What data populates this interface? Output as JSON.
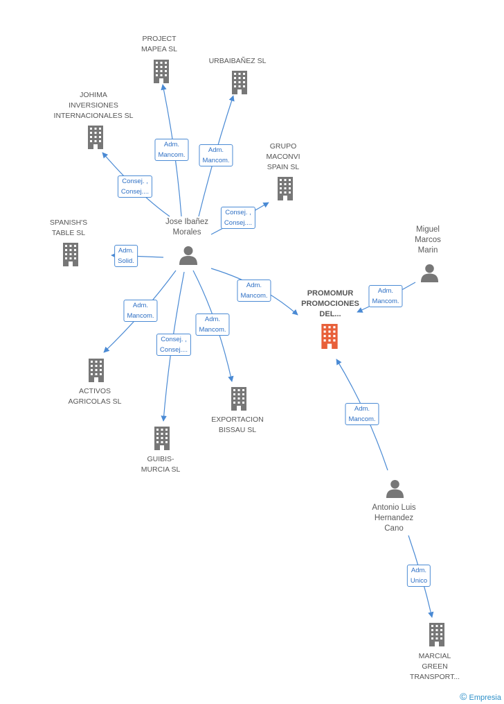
{
  "colors": {
    "edge": "#4a8ad4",
    "company": "#777777",
    "focus": "#e8603a",
    "person": "#777777"
  },
  "nodes": {
    "jose": {
      "label1": "Jose Ibañez",
      "label2": "Morales"
    },
    "miguel": {
      "label1": "Miguel",
      "label2": "Marcos",
      "label3": "Marin"
    },
    "antonio": {
      "label1": "Antonio Luis",
      "label2": "Hernandez",
      "label3": "Cano"
    },
    "focus": {
      "label1": "PROMOMUR",
      "label2": "PROMOCIONES",
      "label3": "DEL..."
    },
    "project": {
      "label1": "PROJECT",
      "label2": "MAPEA SL"
    },
    "urbaibanez": {
      "label1": "URBAIBAÑEZ SL"
    },
    "johima": {
      "label1": "JOHIMA",
      "label2": "INVERSIONES",
      "label3": "INTERNACIONALES SL"
    },
    "grupo": {
      "label1": "GRUPO",
      "label2": "MACONVI",
      "label3": "SPAIN SL"
    },
    "spanish": {
      "label1": "SPANISH'S",
      "label2": "TABLE  SL"
    },
    "activos": {
      "label1": "ACTIVOS",
      "label2": "AGRICOLAS SL"
    },
    "guibis": {
      "label1": "GUIBIS-",
      "label2": "MURCIA SL"
    },
    "exportacion": {
      "label1": "EXPORTACION",
      "label2": "BISSAU SL"
    },
    "marcial": {
      "label1": "MARCIAL",
      "label2": "GREEN",
      "label3": "TRANSPORT..."
    }
  },
  "relations": {
    "project": {
      "l1": "Adm.",
      "l2": "Mancom."
    },
    "urbaibanez": {
      "l1": "Adm.",
      "l2": "Mancom."
    },
    "johima": {
      "l1": "Consej. ,",
      "l2": "Consej...."
    },
    "grupo": {
      "l1": "Consej. ,",
      "l2": "Consej...."
    },
    "spanish": {
      "l1": "Adm.",
      "l2": "Solid."
    },
    "focus_jose": {
      "l1": "Adm.",
      "l2": "Mancom."
    },
    "activos": {
      "l1": "Adm.",
      "l2": "Mancom."
    },
    "guibis": {
      "l1": "Consej. ,",
      "l2": "Consej...."
    },
    "exportacion": {
      "l1": "Adm.",
      "l2": "Mancom."
    },
    "focus_miguel": {
      "l1": "Adm.",
      "l2": "Mancom."
    },
    "focus_antonio": {
      "l1": "Adm.",
      "l2": "Mancom."
    },
    "marcial": {
      "l1": "Adm.",
      "l2": "Unico"
    }
  },
  "footer": {
    "copyright": "©",
    "brand": "Empresia"
  }
}
